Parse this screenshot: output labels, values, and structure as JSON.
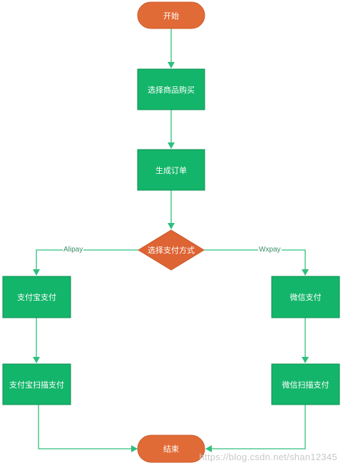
{
  "colors": {
    "terminal_fill": "#e16b37",
    "terminal_stroke": "#c95a2a",
    "process_fill": "#13b56a",
    "process_stroke": "#0e8f52",
    "decision_fill": "#de6434",
    "edge": "#2fbf7d"
  },
  "nodes": {
    "start": "开始",
    "select_product": "选择商品购买",
    "create_order": "生成订单",
    "choose_payment": "选择支付方式",
    "alipay_pay": "支付宝支付",
    "alipay_scan": "支付宝扫描支付",
    "wechat_pay": "微信支付",
    "wechat_scan": "微信扫描支付",
    "end": "结束"
  },
  "edges": {
    "alipay_label": "Alipay",
    "wxpay_label": "Wxpay"
  },
  "watermark": "https://blog.csdn.net/shan12345"
}
